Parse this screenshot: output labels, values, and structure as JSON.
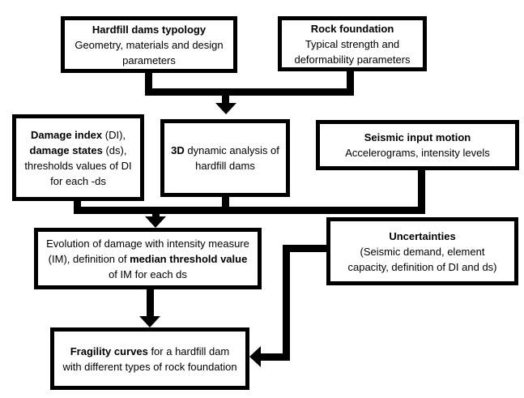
{
  "diagram": {
    "colors": {
      "background": "#ffffff",
      "line": "#000000",
      "text": "#000000",
      "box_fill": "#ffffff"
    },
    "boxes": {
      "hardfill_typology": {
        "lines": [
          [
            {
              "t": "Hardfill dams typology",
              "b": true
            }
          ],
          [
            {
              "t": "Geometry, materials and design",
              "b": false
            }
          ],
          [
            {
              "t": "parameters",
              "b": false
            }
          ]
        ]
      },
      "rock_foundation": {
        "lines": [
          [
            {
              "t": "Rock foundation",
              "b": true
            }
          ],
          [
            {
              "t": "Typical strength and",
              "b": false
            }
          ],
          [
            {
              "t": "deformability parameters",
              "b": false
            }
          ]
        ]
      },
      "damage_index": {
        "lines": [
          [
            {
              "t": "Damage index",
              "b": true
            },
            {
              "t": " (DI),",
              "b": false
            }
          ],
          [
            {
              "t": "damage states",
              "b": true
            },
            {
              "t": " (ds),",
              "b": false
            }
          ],
          [
            {
              "t": "thresholds values of DI",
              "b": false
            }
          ],
          [
            {
              "t": "for each -ds",
              "b": false
            }
          ]
        ]
      },
      "analysis_3d": {
        "lines": [
          [
            {
              "t": "3D",
              "b": true
            },
            {
              "t": " dynamic analysis of",
              "b": false
            }
          ],
          [
            {
              "t": "hardfill dams",
              "b": false
            }
          ]
        ]
      },
      "seismic_input": {
        "lines": [
          [
            {
              "t": "Seismic input motion",
              "b": true
            }
          ],
          [
            {
              "t": "Accelerograms, intensity levels",
              "b": false
            }
          ]
        ]
      },
      "evolution": {
        "lines": [
          [
            {
              "t": "Evolution of damage with intensity measure",
              "b": false
            }
          ],
          [
            {
              "t": "(IM), definition of ",
              "b": false
            },
            {
              "t": "median threshold value",
              "b": true
            }
          ],
          [
            {
              "t": "of IM for each ds",
              "b": false
            }
          ]
        ]
      },
      "uncertainties": {
        "lines": [
          [
            {
              "t": "Uncertainties",
              "b": true
            }
          ],
          [
            {
              "t": "(Seismic demand, element",
              "b": false
            }
          ],
          [
            {
              "t": "capacity, definition of DI and ds)",
              "b": false
            }
          ]
        ]
      },
      "fragility": {
        "lines": [
          [
            {
              "t": "Fragility curves",
              "b": true
            },
            {
              "t": " for a hardfill dam",
              "b": false
            }
          ],
          [
            {
              "t": "with different types of rock foundation",
              "b": false
            }
          ]
        ]
      }
    },
    "edges": [
      {
        "from": "hardfill_typology",
        "to": "analysis_3d"
      },
      {
        "from": "rock_foundation",
        "to": "analysis_3d"
      },
      {
        "from": "damage_index",
        "to": "evolution"
      },
      {
        "from": "analysis_3d",
        "to": "evolution"
      },
      {
        "from": "seismic_input",
        "to": "evolution"
      },
      {
        "from": "uncertainties",
        "to": "fragility"
      },
      {
        "from": "evolution",
        "to": "fragility"
      }
    ]
  }
}
